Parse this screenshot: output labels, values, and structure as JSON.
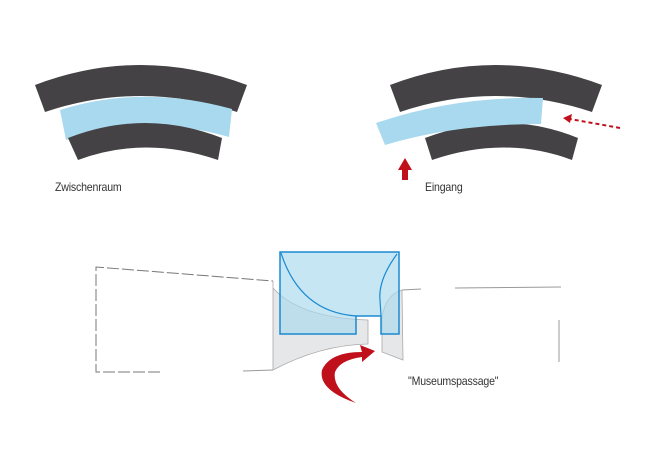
{
  "labels": {
    "left_diagram": "Zwischenraum",
    "right_diagram": "Eingang",
    "plan": "\"Museumspassage\""
  },
  "colors": {
    "wall": "#444244",
    "space": "#a9d9ee",
    "accent": "#c0101c",
    "outline": "#1a8ad0"
  }
}
